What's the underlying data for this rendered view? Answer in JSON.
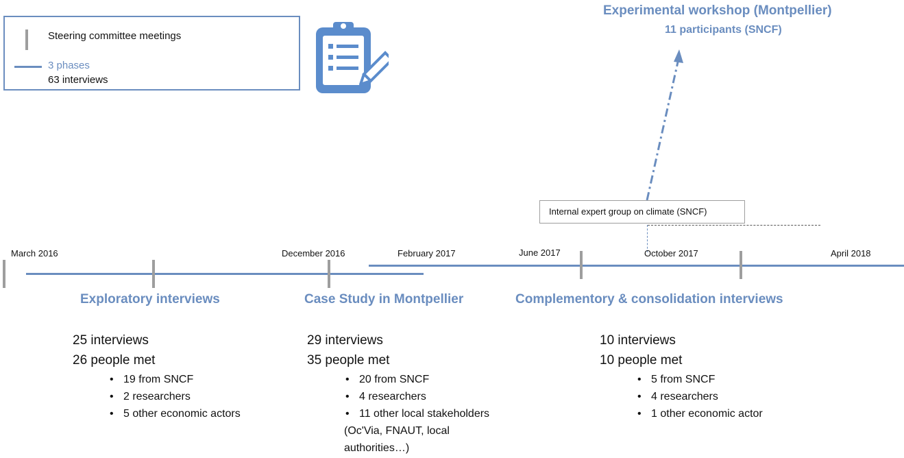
{
  "legend": {
    "steering_label": "Steering committee meetings",
    "phases_label": "3 phases",
    "interviews_label": "63 interviews"
  },
  "workshop": {
    "title": "Experimental workshop (Montpellier)",
    "participants": "11 participants (SNCF)"
  },
  "expert_group": {
    "label": "Internal expert group on climate (SNCF)"
  },
  "timeline": {
    "dates": [
      "March 2016",
      "December 2016",
      "February 2017",
      "June 2017",
      "October 2017",
      "April 2018"
    ]
  },
  "phases": [
    {
      "title": "Exploratory interviews",
      "interviews": "25 interviews",
      "people": "26 people met",
      "items": [
        "19 from SNCF",
        "2 researchers",
        "5 other economic actors"
      ],
      "note": ""
    },
    {
      "title": "Case Study in Montpellier",
      "interviews": "29 interviews",
      "people": "35 people met",
      "items": [
        "20 from SNCF",
        "4 researchers",
        "11 other local stakeholders"
      ],
      "note_lines": [
        "(Oc'Via, FNAUT, local",
        "authorities…)"
      ]
    },
    {
      "title": "Complementory & consolidation interviews",
      "interviews": "10 interviews",
      "people": "10 people met",
      "items": [
        "5 from SNCF",
        "4 researchers",
        "1 other economic actor"
      ],
      "note": ""
    }
  ],
  "colors": {
    "accent": "#6a8dbf",
    "marker": "#9e9e9e",
    "icon_fill": "#5b8ccc"
  }
}
